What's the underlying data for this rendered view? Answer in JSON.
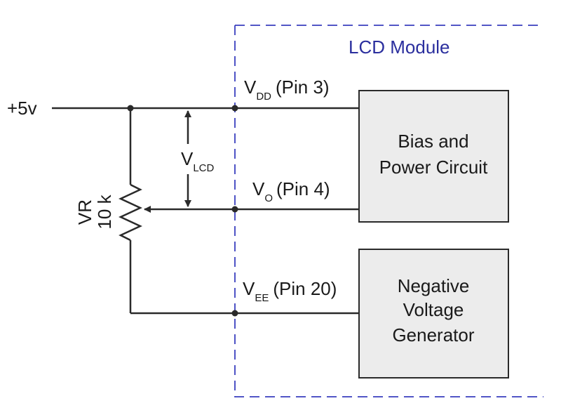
{
  "module": {
    "title": "LCD Module",
    "title_color": "#2b2f9e",
    "border_color": "#3a3fbf"
  },
  "supply": {
    "label": "+5v"
  },
  "pins": {
    "vdd": {
      "main": "V",
      "sub": "DD",
      "pin": "(Pin 3)"
    },
    "vo": {
      "main": "V",
      "sub": "O",
      "pin": "(Pin 4)"
    },
    "vee": {
      "main": "V",
      "sub": "EE",
      "pin": "(Pin  20)"
    }
  },
  "vlcd": {
    "main": "V",
    "sub": "LCD"
  },
  "potentiometer": {
    "name": "VR",
    "value": "10 k"
  },
  "blocks": {
    "bias": {
      "lines": [
        "Bias and",
        "Power Circuit"
      ],
      "fill": "#ececec"
    },
    "neg": {
      "lines": [
        "Negative",
        "Voltage",
        "Generator"
      ],
      "fill": "#ececec"
    }
  },
  "colors": {
    "wire": "#2a2a2a"
  }
}
